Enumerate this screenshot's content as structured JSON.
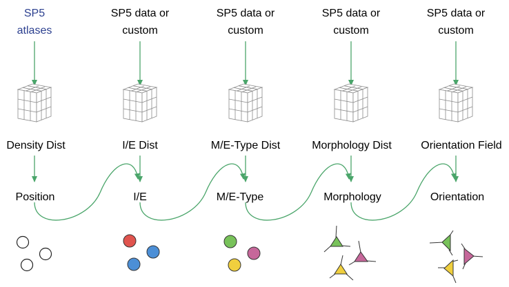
{
  "stages": [
    {
      "source_lines": [
        "SP5",
        "atlases"
      ],
      "source_highlight": true,
      "dist_label": "Density Dist",
      "step_label": "Position"
    },
    {
      "source_lines": [
        "SP5 data or",
        "custom"
      ],
      "source_highlight": false,
      "dist_label": "I/E Dist",
      "step_label": "I/E"
    },
    {
      "source_lines": [
        "SP5 data or",
        "custom"
      ],
      "source_highlight": false,
      "dist_label": "M/E-Type Dist",
      "step_label": "M/E-Type"
    },
    {
      "source_lines": [
        "SP5 data or",
        "custom"
      ],
      "source_highlight": false,
      "dist_label": "Morphology Dist",
      "step_label": "Morphology"
    },
    {
      "source_lines": [
        "SP5 data or",
        "custom"
      ],
      "source_highlight": false,
      "dist_label": "Orientation Field",
      "step_label": "Orientation"
    }
  ],
  "colors": {
    "arrow": "#4aa56a",
    "source_highlight_text": "#2b3f8f",
    "red": "#e0544e",
    "blue": "#4c8fd6",
    "green": "#78c25a",
    "purple": "#c6679a",
    "yellow": "#f0cf3e"
  },
  "icons": [
    "voxel-cube-icon",
    "neuron-glyph-icon"
  ]
}
